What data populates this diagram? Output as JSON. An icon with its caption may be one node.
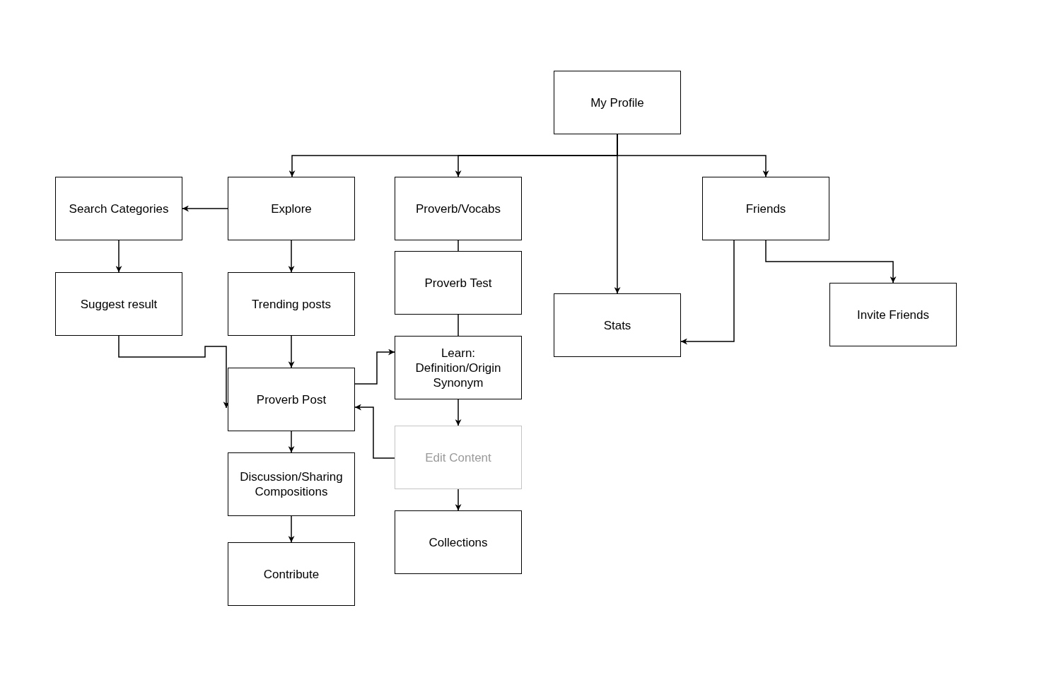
{
  "diagram": {
    "nodes": [
      {
        "text": [
          "My Profile"
        ]
      },
      {
        "text": [
          "Search Categories"
        ]
      },
      {
        "text": [
          "Explore"
        ]
      },
      {
        "text": [
          "Proverb/Vocabs"
        ]
      },
      {
        "text": [
          "Friends"
        ]
      },
      {
        "text": [
          "Suggest result"
        ]
      },
      {
        "text": [
          "Trending posts"
        ]
      },
      {
        "text": [
          "Proverb Test"
        ]
      },
      {
        "text": [
          "Stats"
        ]
      },
      {
        "text": [
          "Invite Friends"
        ]
      },
      {
        "text": [
          "Learn: Definition/Origin Synonym"
        ]
      },
      {
        "text": [
          "Proverb Post"
        ]
      },
      {
        "text": [
          "Edit Content"
        ]
      },
      {
        "text": [
          "Discussion/Sharing Compositions"
        ]
      },
      {
        "text": [
          "Collections"
        ]
      },
      {
        "text": [
          "Contribute"
        ]
      }
    ],
    "edges": [
      {
        "from": 0,
        "to": 2,
        "arrow": "to"
      },
      {
        "from": 0,
        "to": 3,
        "arrow": "to"
      },
      {
        "from": 0,
        "to": 4,
        "arrow": "to"
      },
      {
        "from": 0,
        "to": 8,
        "arrow": "to"
      },
      {
        "from": 2,
        "to": 1,
        "arrow": "to"
      },
      {
        "from": 1,
        "to": 5,
        "arrow": "to"
      },
      {
        "from": 2,
        "to": 6,
        "arrow": "to"
      },
      {
        "from": 6,
        "to": 11,
        "arrow": "to"
      },
      {
        "from": 5,
        "to": 11,
        "arrow": "to"
      },
      {
        "from": 3,
        "to": 7,
        "arrow": "none"
      },
      {
        "from": 7,
        "to": 10,
        "arrow": "none"
      },
      {
        "from": 11,
        "to": 10,
        "arrow": "to"
      },
      {
        "from": 10,
        "to": 12,
        "arrow": "to"
      },
      {
        "from": 12,
        "to": 11,
        "arrow": "to"
      },
      {
        "from": 12,
        "to": 14,
        "arrow": "to"
      },
      {
        "from": 11,
        "to": 13,
        "arrow": "to"
      },
      {
        "from": 13,
        "to": 15,
        "arrow": "to"
      },
      {
        "from": 4,
        "to": 8,
        "arrow": "to"
      },
      {
        "from": 4,
        "to": 9,
        "arrow": "to"
      }
    ]
  }
}
